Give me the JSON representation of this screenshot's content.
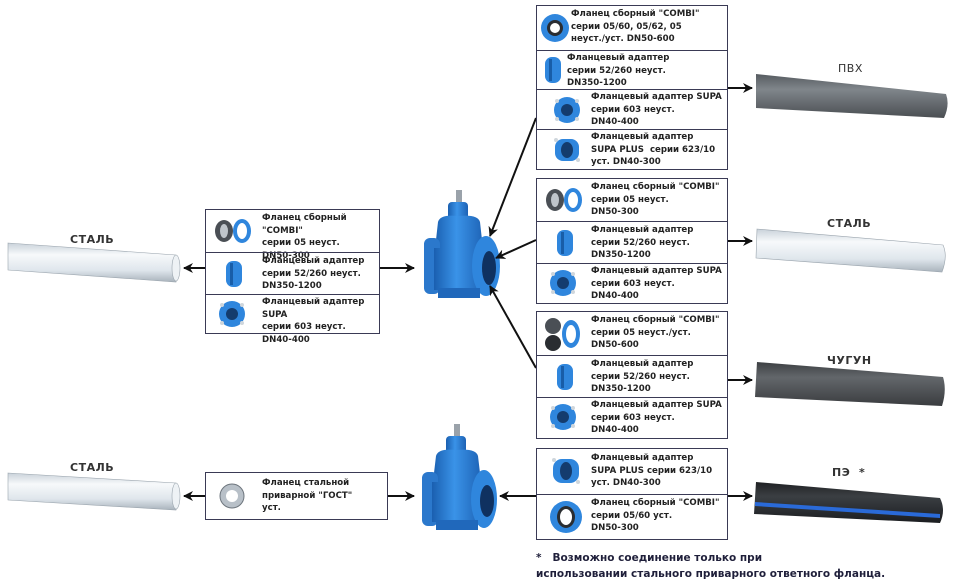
{
  "pipes": {
    "left_top": "СТАЛЬ",
    "left_bottom": "СТАЛЬ",
    "right_pvc": "ПВХ",
    "right_steel": "СТАЛЬ",
    "right_cast_iron": "ЧУГУН",
    "right_pe": "ПЭ  *"
  },
  "colors": {
    "valve_blue": "#2a7fd4",
    "arrow": "#111111",
    "box_border": "#3a3a55",
    "pvc": "#6b7075",
    "cast_iron": "#55585c",
    "pe_black": "#26292c",
    "pe_stripe": "#2a6ad8",
    "steel": "#e6ecf1"
  },
  "boxes": {
    "left_top": [
      {
        "l1": "Фланец сборный \"COMBI\"",
        "l2": "серии 05 неуст.",
        "l3": "DN50-300"
      },
      {
        "l1": "Фланцевый адаптер",
        "l2": "серии 52/260 неуст.",
        "l3": "DN350-1200"
      },
      {
        "l1": "Фланцевый адаптер SUPA",
        "l2": "серии 603 неуст.",
        "l3": "DN40-400"
      }
    ],
    "left_bottom": [
      {
        "l1": "Фланец стальной",
        "l2": "приварной \"ГОСТ\"",
        "l3": "уст."
      }
    ],
    "right_pvc": [
      {
        "l1": "Фланец сборный \"COMBI\"",
        "l2": "серии 05/60, 05/62, 05",
        "l3": "неуст./уст. DN50-600"
      },
      {
        "l1": "Фланцевый адаптер",
        "l2": "серии 52/260 неуст.",
        "l3": "DN350-1200"
      },
      {
        "l1": "Фланцевый адаптер SUPA",
        "l2": "серии 603 неуст.",
        "l3": "DN40-400"
      },
      {
        "l1": "Фланцевый адаптер",
        "l2": "SUPA PLUS  серии 623/10",
        "l3": "уст. DN40-300"
      }
    ],
    "right_steel": [
      {
        "l1": "Фланец сборный \"COMBI\"",
        "l2": "серии 05 неуст.",
        "l3": "DN50-300"
      },
      {
        "l1": "Фланцевый адаптер",
        "l2": "серии 52/260 неуст.",
        "l3": "DN350-1200"
      },
      {
        "l1": "Фланцевый адаптер SUPA",
        "l2": "серии 603 неуст.",
        "l3": "DN40-400"
      }
    ],
    "right_cast_iron": [
      {
        "l1": "Фланец сборный \"COMBI\"",
        "l2": "серии 05 неуст./уст.",
        "l3": "DN50-600"
      },
      {
        "l1": "Фланцевый адаптер",
        "l2": "серии 52/260 неуст.",
        "l3": "DN350-1200"
      },
      {
        "l1": "Фланцевый адаптер SUPA",
        "l2": "серии 603 неуст.",
        "l3": "DN40-400"
      }
    ],
    "right_pe": [
      {
        "l1": "Фланцевый адаптер",
        "l2": "SUPA PLUS серии 623/10",
        "l3": "уст. DN40-300"
      },
      {
        "l1": "Фланец сборный \"COMBI\"",
        "l2": "серии 05/60 уст.",
        "l3": "DN50-300"
      }
    ]
  },
  "footnote": {
    "line1": "*   Возможно соединение только при",
    "line2": "использовании стального приварного ответного фланца."
  }
}
